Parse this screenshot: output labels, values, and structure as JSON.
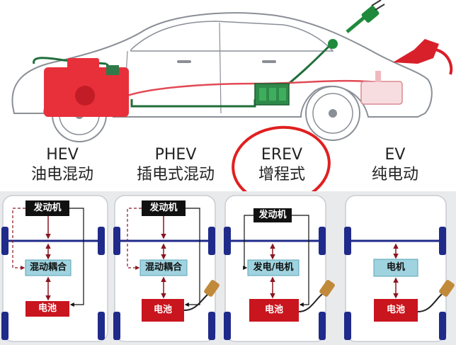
{
  "columns": [
    {
      "type": "HEV",
      "name": "油电混动",
      "engine": "发动机",
      "middle": "混动耦合",
      "battery": "电池"
    },
    {
      "type": "PHEV",
      "name": "插电式混动",
      "engine": "发动机",
      "middle": "混动耦合",
      "battery": "电池"
    },
    {
      "type": "EREV",
      "name": "增程式",
      "engine": "发动机",
      "middle": "发电/电机",
      "battery": "电池"
    },
    {
      "type": "EV",
      "name": "纯电动",
      "middle": "电机",
      "battery": "电池"
    }
  ],
  "colors": {
    "engine_box": "#111111",
    "coupling_box": "#9fd3df",
    "battery_box": "#c9151e",
    "wheel": "#1f2a8a",
    "highlight_circle": "#e02020",
    "green_line": "#1f6e3a",
    "red_engine": "#e8303a",
    "charger_green": "#1f8a3c",
    "fuel_red": "#d8202a"
  },
  "icons": [
    "car-outline-icon",
    "engine-icon",
    "battery-module-icon",
    "charging-plug-icon",
    "fuel-nozzle-icon",
    "fuel-tank-icon",
    "wheel-icon",
    "charging-cable-icon"
  ]
}
